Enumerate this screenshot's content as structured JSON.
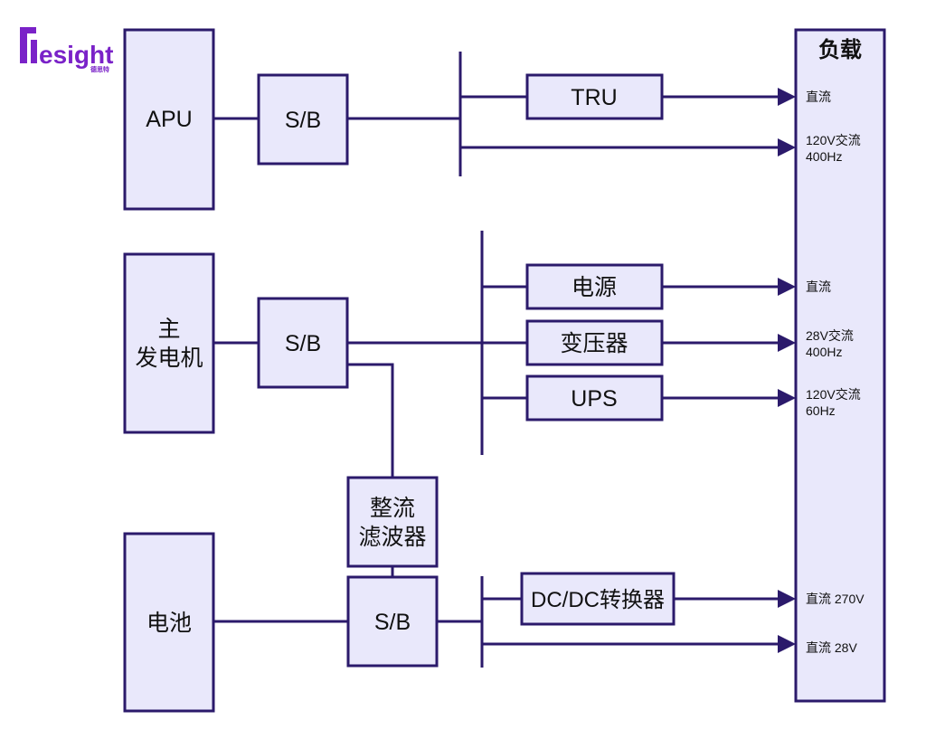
{
  "logo": {
    "text": "esight",
    "subtext": "德思特"
  },
  "sources": {
    "apu": "APU",
    "main_generator_line1": "主",
    "main_generator_line2": "发电机",
    "battery": "电池"
  },
  "switches": {
    "sb1": "S/B",
    "sb2": "S/B",
    "sb3": "S/B"
  },
  "rectifier": {
    "line1": "整流",
    "line2": "滤波器"
  },
  "converters": {
    "tru": "TRU",
    "power_supply": "电源",
    "transformer": "变压器",
    "ups": "UPS",
    "dcdc": "DC/DC转换器"
  },
  "load": {
    "title": "负载",
    "outputs": [
      {
        "line1": "直流",
        "line2": ""
      },
      {
        "line1": "120V交流",
        "line2": "400Hz"
      },
      {
        "line1": "直流",
        "line2": ""
      },
      {
        "line1": "28V交流",
        "line2": "400Hz"
      },
      {
        "line1": "120V交流",
        "line2": "60Hz"
      },
      {
        "line1": "直流 270V",
        "line2": ""
      },
      {
        "line1": "直流 28V",
        "line2": ""
      }
    ]
  },
  "colors": {
    "box_fill": "#e9e8fb",
    "stroke": "#2b1a6b",
    "logo": "#7a22c8"
  }
}
